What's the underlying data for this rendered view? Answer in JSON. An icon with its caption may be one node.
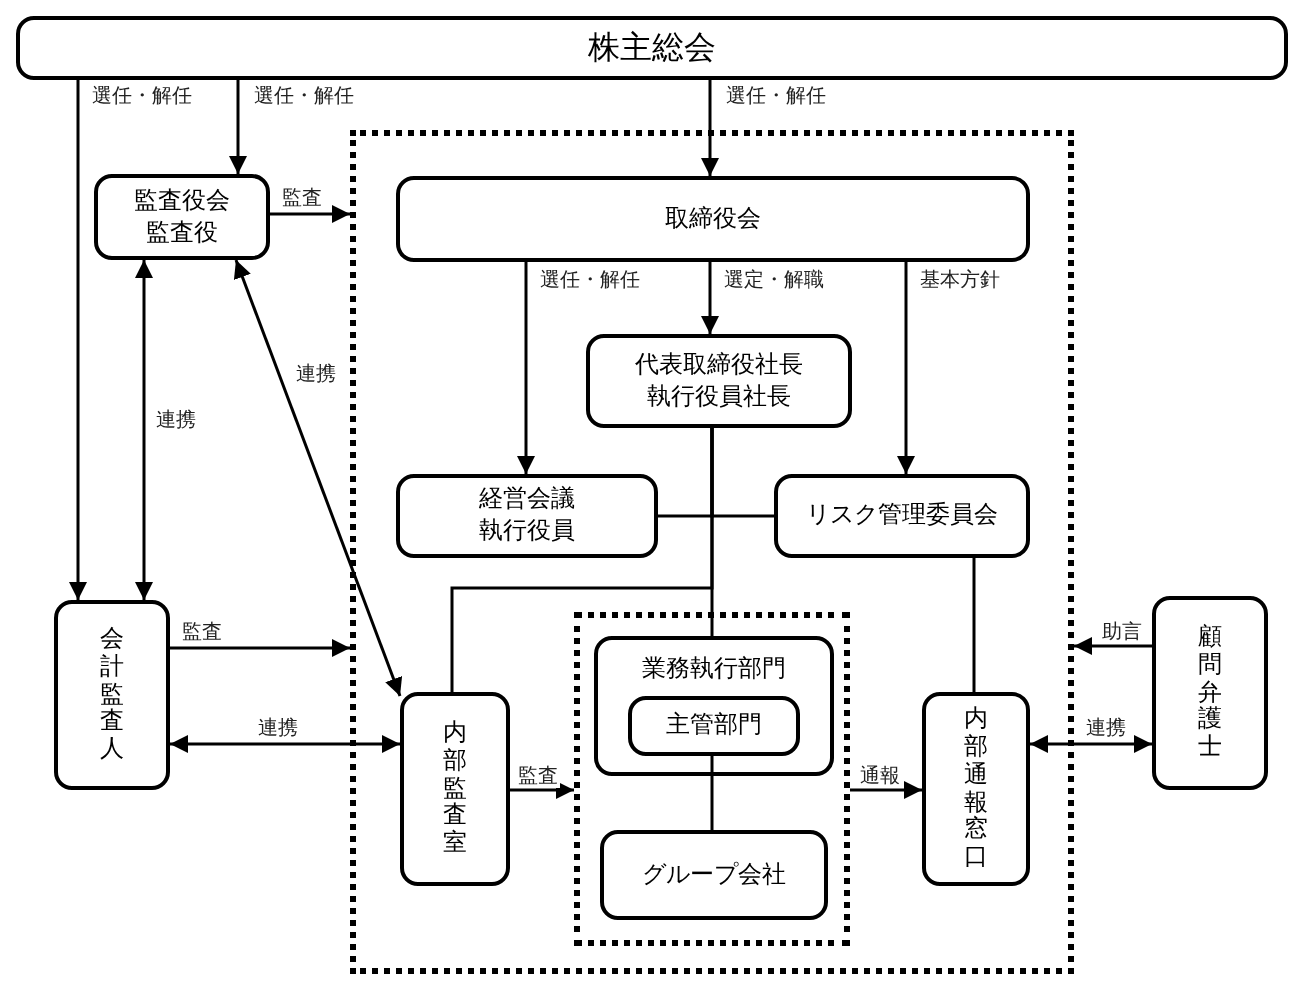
{
  "diagram": {
    "nodes": [
      {
        "text": [
          "株主総会"
        ]
      },
      {
        "text": [
          "監査役会監査役"
        ]
      },
      {
        "text": [],
        "shape": "box"
      },
      {
        "text": [
          "取締役会"
        ],
        "in": 2
      },
      {
        "text": [
          "代表取締役社長執行役員社長"
        ],
        "in": 2
      },
      {
        "text": [
          "経営会議執行役員"
        ],
        "in": 2
      },
      {
        "text": [
          "リスク管理委員会"
        ],
        "in": 2
      },
      {
        "text": [
          "会計監査人"
        ]
      },
      {
        "text": [
          "内部監査室"
        ],
        "in": 2
      },
      {
        "text": [],
        "shape": "box",
        "in": 2
      },
      {
        "text": [
          "業務執行部門"
        ],
        "in": 9
      },
      {
        "text": [
          "主管部門"
        ],
        "in": 10
      },
      {
        "text": [
          "グループ会社"
        ],
        "in": 9
      },
      {
        "text": [
          "内部通報窓口"
        ],
        "in": 2
      },
      {
        "text": [
          "顧問弁護士"
        ]
      }
    ],
    "edges": [
      {
        "from": 0,
        "to": 7,
        "arrow": "to",
        "label": "選任・解任"
      },
      {
        "from": 0,
        "to": 1,
        "arrow": "to",
        "label": "選任・解任"
      },
      {
        "from": 0,
        "to": 3,
        "arrow": "to",
        "label": "選任・解任"
      },
      {
        "from": 1,
        "to": 2,
        "arrow": "to",
        "label": "監査"
      },
      {
        "from": 1,
        "to": 7,
        "arrow": "both",
        "label": "連携"
      },
      {
        "from": 1,
        "to": 8,
        "arrow": "both",
        "label": "連携"
      },
      {
        "from": 3,
        "to": 5,
        "arrow": "to",
        "label": "選任・解任"
      },
      {
        "from": 3,
        "to": 4,
        "arrow": "to",
        "label": "選定・解職"
      },
      {
        "from": 3,
        "to": 6,
        "arrow": "to",
        "label": "基本方針"
      },
      {
        "from": 4,
        "to": 5,
        "arrow": "none"
      },
      {
        "from": 4,
        "to": 6,
        "arrow": "none"
      },
      {
        "from": 4,
        "to": 8,
        "arrow": "none"
      },
      {
        "from": 4,
        "to": 10,
        "arrow": "none"
      },
      {
        "from": 11,
        "to": 12,
        "arrow": "none"
      },
      {
        "from": 6,
        "to": 13,
        "arrow": "none"
      },
      {
        "from": 7,
        "to": 2,
        "arrow": "to",
        "label": "監査"
      },
      {
        "from": 7,
        "to": 8,
        "arrow": "both",
        "label": "連携"
      },
      {
        "from": 8,
        "to": 9,
        "arrow": "to",
        "label": "監査"
      },
      {
        "from": 9,
        "to": 13,
        "arrow": "to",
        "label": "通報"
      },
      {
        "from": 14,
        "to": 2,
        "arrow": "to",
        "label": "助言"
      },
      {
        "from": 13,
        "to": 14,
        "arrow": "both",
        "label": "連携"
      }
    ]
  }
}
